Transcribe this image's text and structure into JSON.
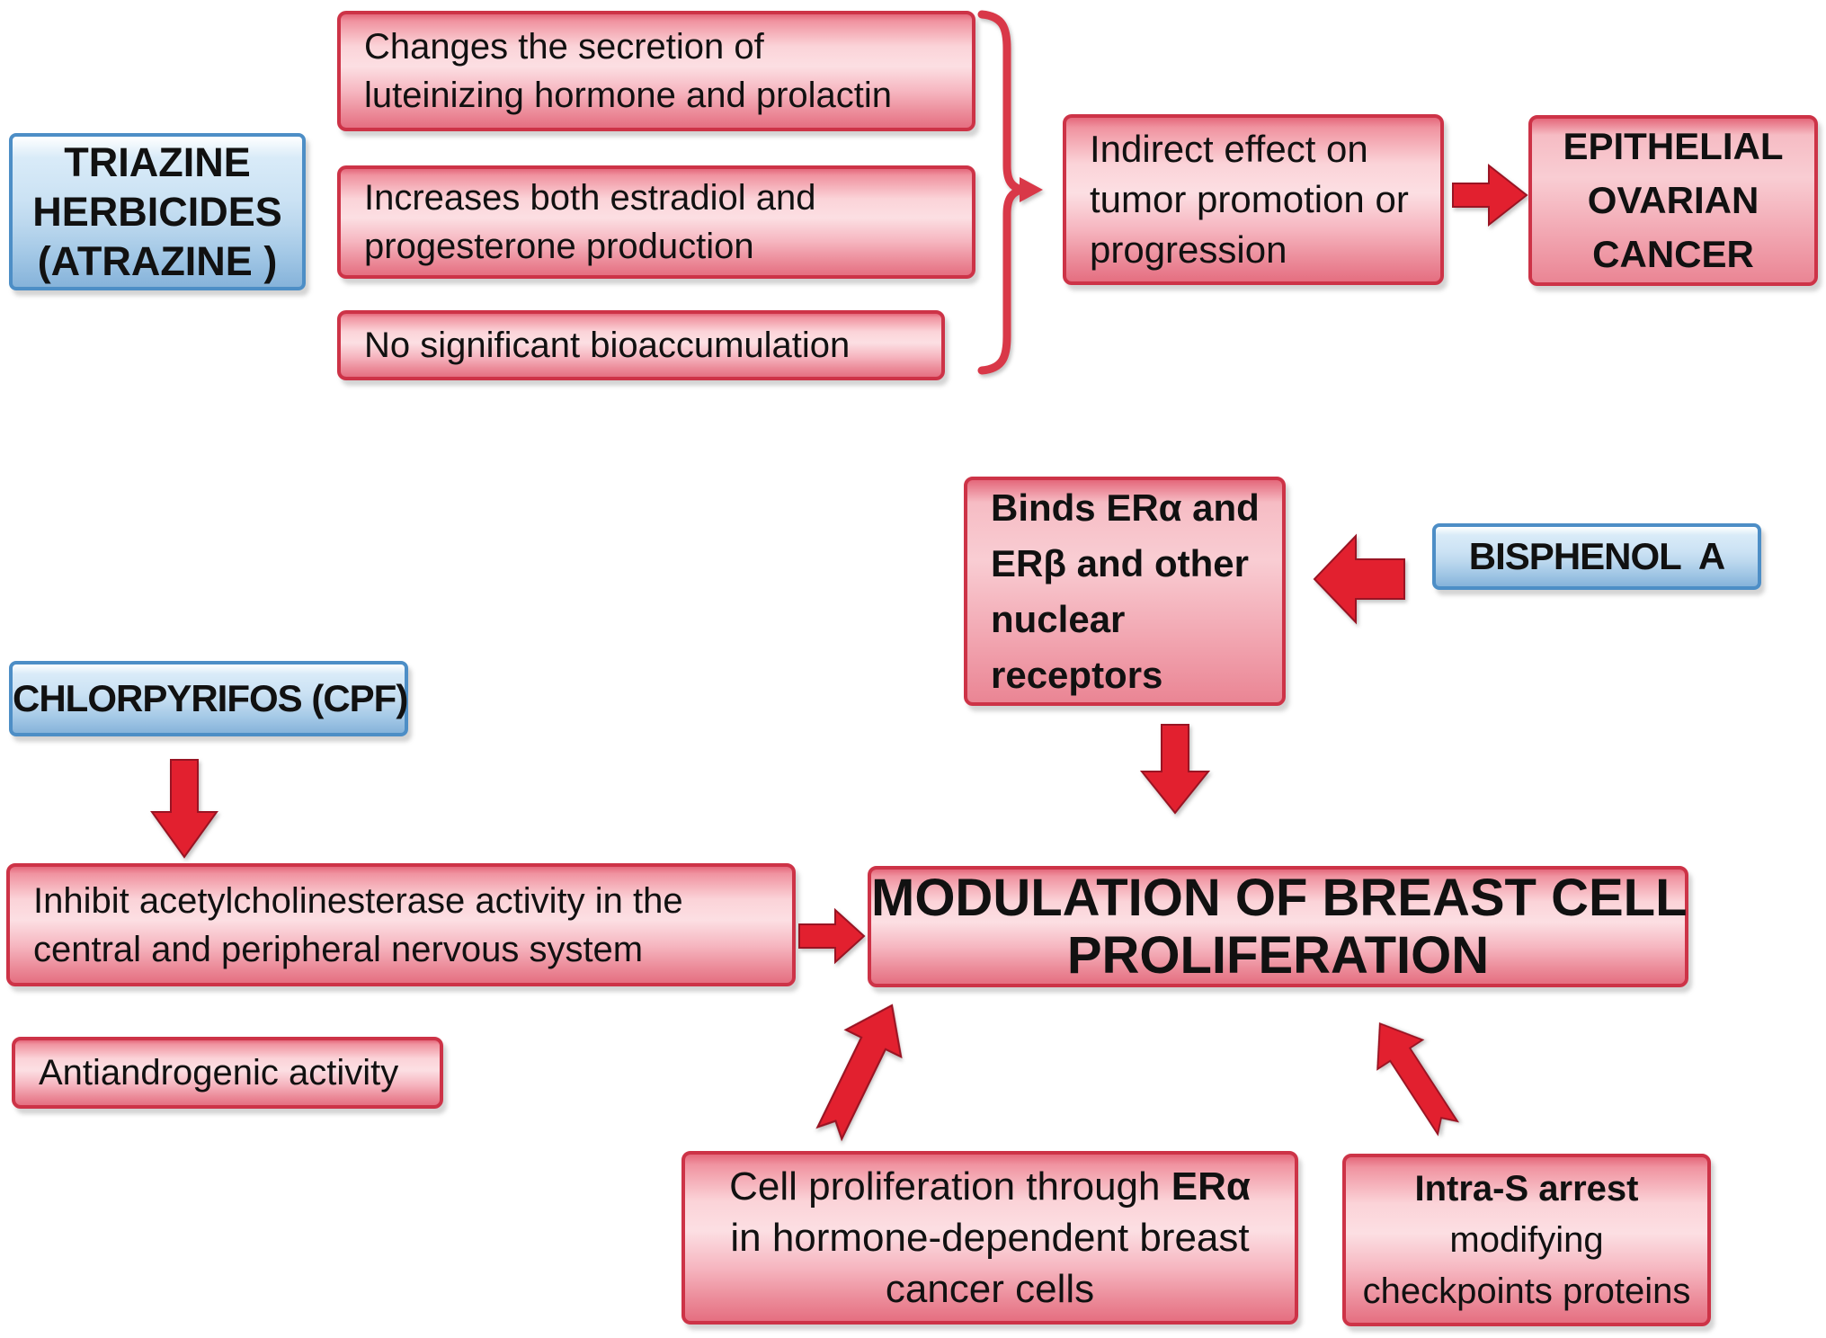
{
  "figure": {
    "type": "flow-diagram",
    "topic": "Endocrine disrupting pesticides / chemicals and cancer-related cellular effects"
  },
  "colors": {
    "pink_box_border": "#cd3347",
    "pink_box_fill_light": "#fcdfe3",
    "pink_box_fill_dark": "#e4687b",
    "blue_box_border": "#4d8ec6",
    "blue_box_fill": "#cbe2f4",
    "arrow_red": "#e2202f",
    "arrow_edge": "#991423",
    "bracket_red": "#d93848",
    "text": "#111111",
    "background": "#ffffff"
  },
  "boxes": {
    "triazine": {
      "l1": "TRIAZINE",
      "l2": "HERBICIDES",
      "l3": "(ATRAZINE )"
    },
    "changes": {
      "l1": "Changes the secretion of",
      "l2": "luteinizing hormone and prolactin"
    },
    "increases": {
      "l1": "Increases both estradiol and",
      "l2": "progesterone production"
    },
    "bioaccumulation": {
      "l1": "No significant bioaccumulation"
    },
    "indirect": {
      "l1": "Indirect effect on",
      "l2": "tumor promotion or",
      "l3": "progression"
    },
    "epithelial": {
      "l1": "EPITHELIAL",
      "l2": "OVARIAN",
      "l3": "CANCER"
    },
    "binds": {
      "l1": "Binds ERα and",
      "l2": "ERβ and other",
      "l3": "nuclear",
      "l4": "receptors"
    },
    "bisphenol": {
      "l1": "BISPHENOL  A"
    },
    "chlorpyrifos": {
      "l1": "CHLORPYRIFOS (CPF)"
    },
    "inhibit": {
      "l1": "Inhibit acetylcholinesterase activity in the",
      "l2": "central and peripheral nervous system"
    },
    "modulation": {
      "l1": "MODULATION OF BREAST CELL",
      "l2": "PROLIFERATION"
    },
    "antiandrogenic": {
      "l1": "Antiandrogenic activity"
    },
    "cellprolif": {
      "l1a": "Cell proliferation through ",
      "l1b": "ERα",
      "l2": "in hormone-dependent breast",
      "l3": "cancer cells"
    },
    "intras": {
      "l1": "Intra-S arrest",
      "l2": "modifying",
      "l3": "checkpoints proteins"
    }
  },
  "connectors": [
    {
      "from": "triazine-effects-group",
      "via": "grouping-bracket",
      "to": "indirect-effect-box"
    },
    {
      "from": "indirect-effect-box",
      "to": "epithelial-ovarian-cancer-box",
      "shape": "right-arrow"
    },
    {
      "from": "bisphenol-a-box",
      "to": "binds-receptors-box",
      "shape": "left-arrow"
    },
    {
      "from": "binds-receptors-box",
      "to": "modulation-box",
      "shape": "down-arrow"
    },
    {
      "from": "chlorpyrifos-box",
      "to": "inhibit-acetylcholinesterase-box",
      "shape": "down-arrow"
    },
    {
      "from": "inhibit-acetylcholinesterase-box",
      "to": "modulation-box",
      "shape": "right-arrow"
    },
    {
      "from": "cell-proliferation-box",
      "to": "modulation-box",
      "shape": "diagonal-up-right-arrow"
    },
    {
      "from": "intra-s-arrest-box",
      "to": "modulation-box",
      "shape": "diagonal-up-left-arrow"
    }
  ]
}
